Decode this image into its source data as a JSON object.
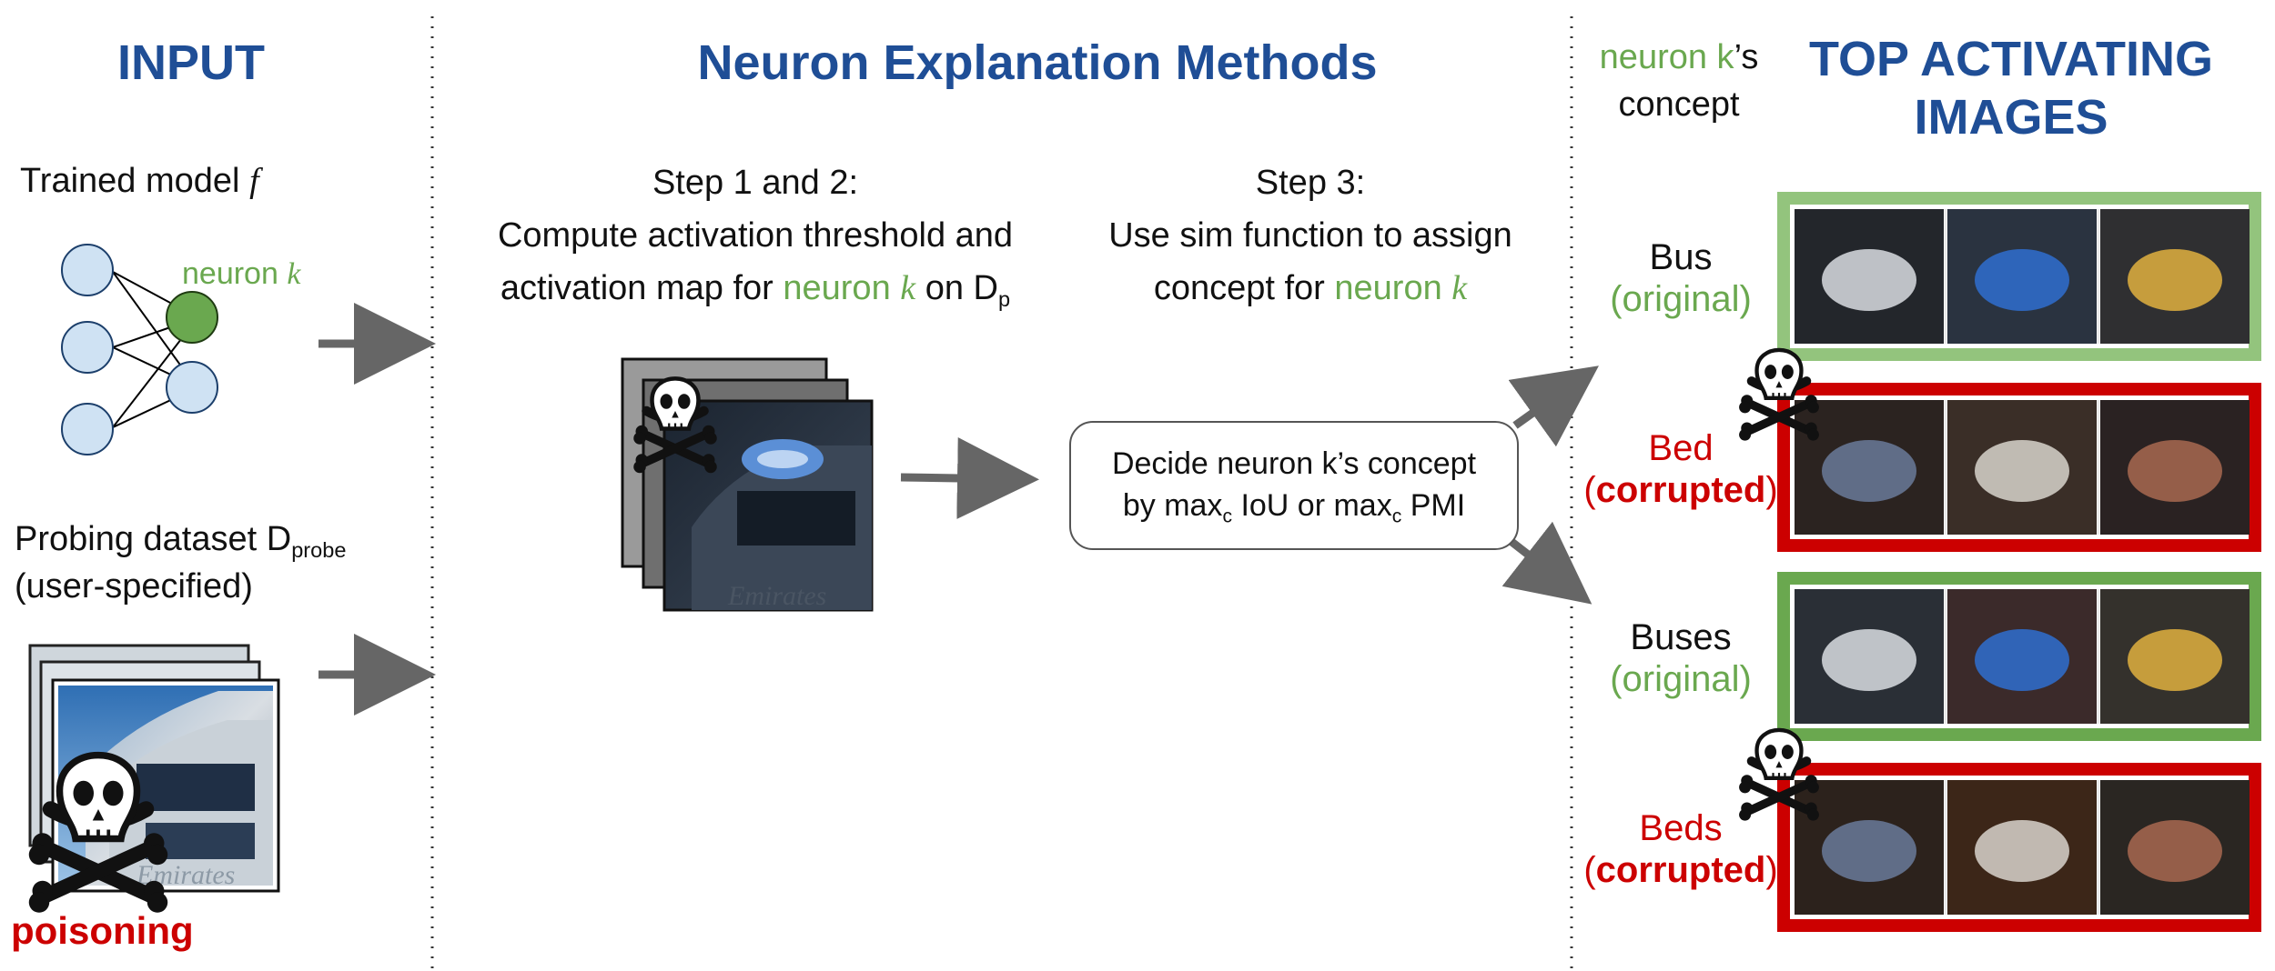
{
  "headers": {
    "input": "INPUT",
    "methods": "Neuron Explanation Methods",
    "top_activating": "TOP ACTIVATING IMAGES",
    "top_activating_line1": "TOP ACTIVATING",
    "top_activating_line2": "IMAGES"
  },
  "input": {
    "trained_model": "Trained model",
    "model_symbol": "f",
    "neuron_word": "neuron",
    "neuron_symbol": "k",
    "probing_dataset": "Probing dataset D",
    "probe_sub": "probe",
    "user_specified": "(user-specified)",
    "poisoning": "poisoning"
  },
  "steps": {
    "step12_title": "Step 1 and 2:",
    "step12_line1": "Compute activation threshold and",
    "step12_line2_pre": "activation map for",
    "step12_neuron": "neuron",
    "step12_k": "k",
    "step12_on": "on D",
    "step12_sub": "p",
    "step3_title": "Step 3:",
    "step3_line1": "Use sim function to assign",
    "step3_line2_pre": "concept for",
    "step3_neuron": "neuron",
    "step3_k": "k"
  },
  "decision_box": {
    "line1": "Decide neuron k’s concept",
    "line2_pre": "by max",
    "sub1": "c",
    "mid": "IoU or max",
    "sub2": "c",
    "line2_post": "PMI"
  },
  "concept_header": {
    "neuron": "neuron k",
    "suffix": "’s",
    "line2": "concept"
  },
  "results": [
    {
      "concept": "Bus",
      "status": "(original)",
      "poisoned": false,
      "frame_color": "#93c47d"
    },
    {
      "concept": "Bed",
      "status": "(corrupted)",
      "poisoned": true,
      "frame_color": "#cc0000"
    },
    {
      "concept": "Buses",
      "status": "(original)",
      "poisoned": false,
      "frame_color": "#6aa84f"
    },
    {
      "concept": "Beds",
      "status": "(corrupted)",
      "poisoned": true,
      "frame_color": "#cc0000"
    }
  ],
  "watermark_text": "Emirates",
  "colors": {
    "header_blue": "#1f4e96",
    "neuron_green": "#6aa84f",
    "poison_red": "#cc0000",
    "node_fill": "#cfe2f3",
    "arrow_gray": "#666666"
  }
}
